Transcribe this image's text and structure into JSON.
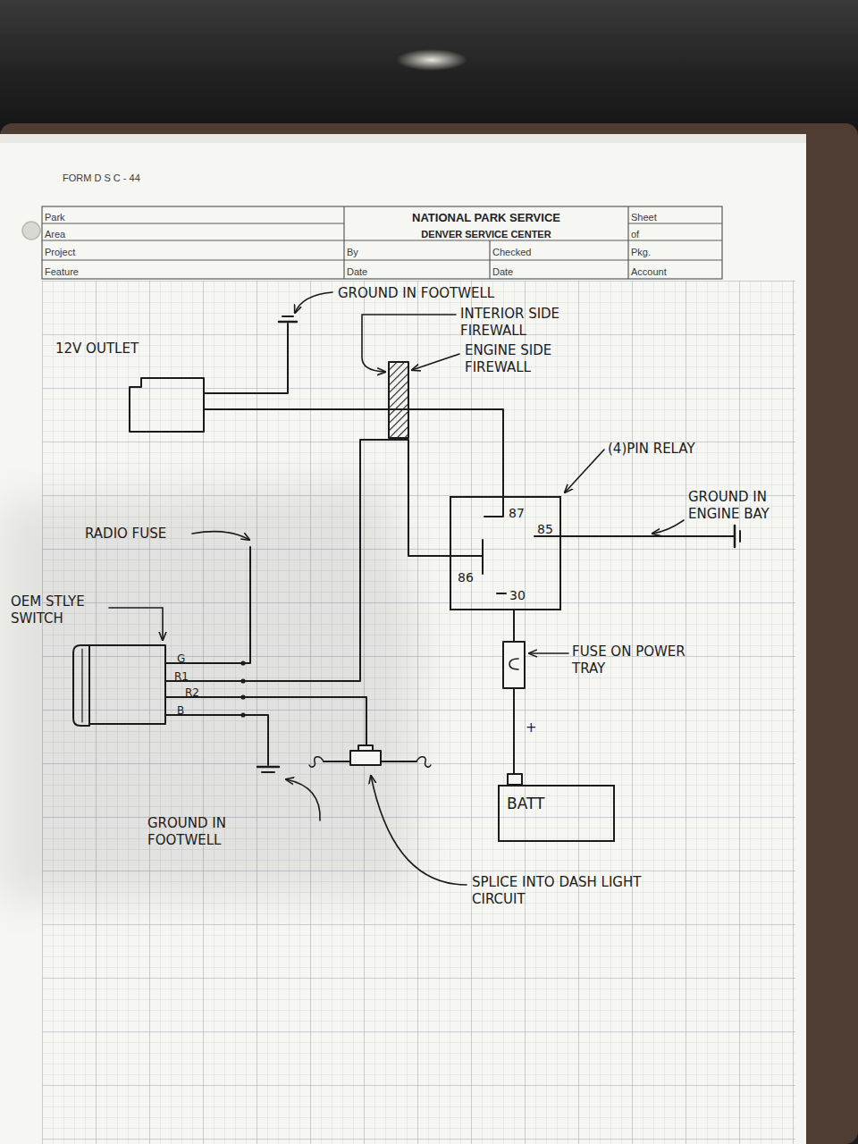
{
  "diagram": {
    "nodes": [
      {
        "text": [
          "87",
          "85",
          "86",
          "30"
        ]
      },
      {
        "text": [
          "BATT"
        ]
      }
    ],
    "edges": [
      {
        "from": 0,
        "to": 1,
        "arrow": "none"
      }
    ],
    "labels": [
      "FORM D S C - 44",
      "Park",
      "Area",
      "NATIONAL PARK SERVICE",
      "DENVER SERVICE CENTER",
      "Sheet",
      "of",
      "Project",
      "By",
      "Checked",
      "Pkg.",
      "Feature",
      "Date",
      "Date",
      "Account",
      "GROUND IN FOOTWELL",
      "INTERIOR SIDE FIREWALL",
      "ENGINE SIDE FIREWALL",
      "12V OUTLET",
      "(4)PIN RELAY",
      "GROUND IN ENGINE BAY",
      "RADIO FUSE",
      "OEM STLYE SWITCH",
      "G",
      "R1",
      "R2",
      "B",
      "FUSE ON POWER TRAY",
      "+",
      "GROUND IN FOOTWELL",
      "SPLICE INTO DASH LIGHT CIRCUIT"
    ]
  }
}
